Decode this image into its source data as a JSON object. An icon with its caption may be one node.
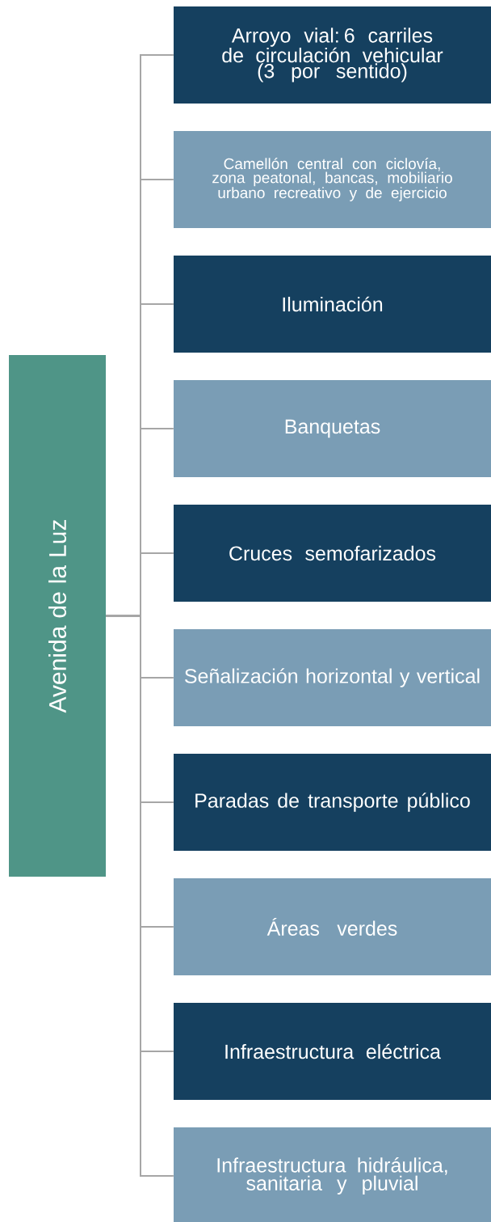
{
  "diagram": {
    "nodes": [
      {
        "text": [
          "Avenida de la Luz"
        ]
      },
      {
        "text": [
          "Arroyo vial: 6 carriles de circulación vehicular (3 por sentido)"
        ]
      },
      {
        "text": [
          "Camellón central con ciclovía, zona peatonal, bancas, mobiliario urbano recreativo y de ejercicio"
        ]
      },
      {
        "text": [
          "Iluminación"
        ]
      },
      {
        "text": [
          "Banquetas"
        ]
      },
      {
        "text": [
          "Cruces semofarizados"
        ]
      },
      {
        "text": [
          "Señalización horizontal y vertical"
        ]
      },
      {
        "text": [
          "Paradas de transporte público"
        ]
      },
      {
        "text": [
          "Áreas verdes"
        ]
      },
      {
        "text": [
          "Infraestructura eléctrica"
        ]
      },
      {
        "text": [
          "Infraestructura hidráulica, sanitaria y pluvial"
        ]
      }
    ],
    "edges": [
      {
        "from": 0,
        "to": 1,
        "arrow": "none"
      },
      {
        "from": 0,
        "to": 2,
        "arrow": "none"
      },
      {
        "from": 0,
        "to": 3,
        "arrow": "none"
      },
      {
        "from": 0,
        "to": 4,
        "arrow": "none"
      },
      {
        "from": 0,
        "to": 5,
        "arrow": "none"
      },
      {
        "from": 0,
        "to": 6,
        "arrow": "none"
      },
      {
        "from": 0,
        "to": 7,
        "arrow": "none"
      },
      {
        "from": 0,
        "to": 8,
        "arrow": "none"
      },
      {
        "from": 0,
        "to": 9,
        "arrow": "none"
      },
      {
        "from": 0,
        "to": 10,
        "arrow": "none"
      }
    ]
  }
}
